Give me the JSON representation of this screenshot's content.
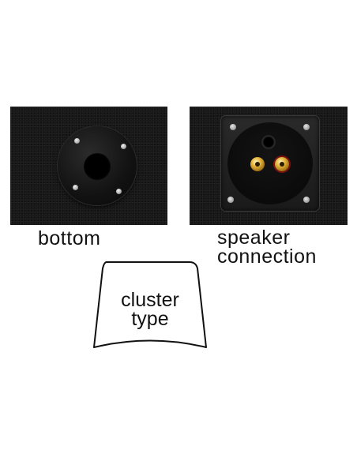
{
  "captions": {
    "bottom": "bottom",
    "connection_line1": "speaker",
    "connection_line2": "connection",
    "cluster_line1": "cluster",
    "cluster_line2": "type"
  },
  "colors": {
    "background": "#ffffff",
    "carpet": "#161616",
    "terminal_gold": "#e5b53c",
    "terminal_red_ring": "#7a1010"
  },
  "icons": [
    "bottom-port-plate",
    "speaker-terminal-plate",
    "cluster-shape-outline"
  ]
}
